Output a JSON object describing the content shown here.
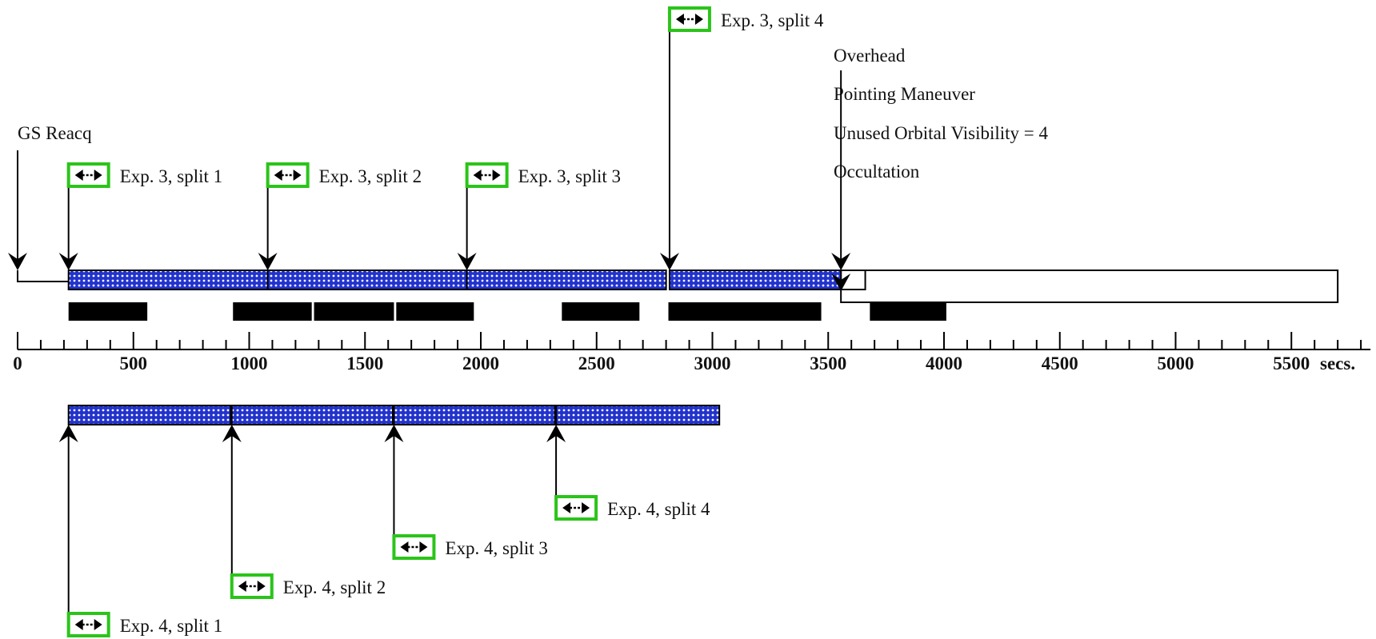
{
  "timeline": {
    "units_label": "secs.",
    "ticks": [
      {
        "value": 0,
        "label": "0"
      },
      {
        "value": 500,
        "label": "500"
      },
      {
        "value": 1000,
        "label": "1000"
      },
      {
        "value": 1500,
        "label": "1500"
      },
      {
        "value": 2000,
        "label": "2000"
      },
      {
        "value": 2500,
        "label": "2500"
      },
      {
        "value": 3000,
        "label": "3000"
      },
      {
        "value": 3500,
        "label": "3500"
      },
      {
        "value": 4000,
        "label": "4000"
      },
      {
        "value": 4500,
        "label": "4500"
      },
      {
        "value": 5000,
        "label": "5000"
      },
      {
        "value": 5500,
        "label": "5500"
      }
    ],
    "minor_tick_step": 100,
    "axis_max": 5800
  },
  "labels": {
    "gs_reacq": "GS Reacq",
    "overhead": "Overhead",
    "pointing_maneuver": "Pointing Maneuver",
    "unused_orbital_visibility": "Unused Orbital Visibility = 4",
    "occultation": "Occultation"
  },
  "exp3_splits": [
    {
      "label": "Exp. 3, split 1",
      "start": 220,
      "end": 1080
    },
    {
      "label": "Exp. 3, split 2",
      "start": 1080,
      "end": 1940
    },
    {
      "label": "Exp. 3, split 3",
      "start": 1940,
      "end": 2800
    },
    {
      "label": "Exp. 3, split 4",
      "start": 2815,
      "end": 3555
    }
  ],
  "exp4_splits": [
    {
      "label": "Exp. 4, split 1",
      "start": 220,
      "end": 920
    },
    {
      "label": "Exp. 4, split 2",
      "start": 925,
      "end": 1620
    },
    {
      "label": "Exp. 4, split 3",
      "start": 1625,
      "end": 2320
    },
    {
      "label": "Exp. 4, split 4",
      "start": 2325,
      "end": 3030
    }
  ],
  "segments": {
    "gs_reacq": {
      "start": 0,
      "end": 220
    },
    "overhead": {
      "start": 3555,
      "end": 3660
    },
    "unused_visibility": {
      "start": 3555,
      "end": 5700
    }
  },
  "occultation_blocks": [
    {
      "start": 220,
      "end": 560
    },
    {
      "start": 930,
      "end": 1270
    },
    {
      "start": 1280,
      "end": 1625
    },
    {
      "start": 1635,
      "end": 1970
    },
    {
      "start": 2350,
      "end": 2685
    },
    {
      "start": 2810,
      "end": 3470
    },
    {
      "start": 3680,
      "end": 4010
    }
  ],
  "colors": {
    "exp_fill": "#2233cc",
    "icon_border": "#2bc41a"
  }
}
